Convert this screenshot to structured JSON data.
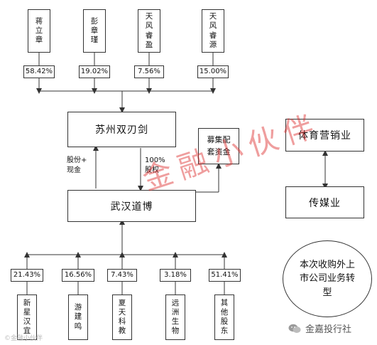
{
  "diagram": {
    "top_holders": [
      {
        "name": "蒋立章",
        "pct": "58.42%"
      },
      {
        "name": "彭章瑾",
        "pct": "19.02%"
      },
      {
        "name": "天风睿盈",
        "pct": "7.56%"
      },
      {
        "name": "天风睿源",
        "pct": "15.00%"
      }
    ],
    "target_company": "苏州双刃剑",
    "acquirer": "武汉道博",
    "raise_funds": "募集配套资金",
    "payment_label": "股份+\n现金",
    "equity_label": "100%\n股权",
    "industry_sports": "体育营销业",
    "industry_media": "传媒业",
    "bottom_holders": [
      {
        "name": "新星汉宜",
        "pct": "21.43%"
      },
      {
        "name": "游建鸣",
        "pct": "16.56%"
      },
      {
        "name": "夏天科教",
        "pct": "7.43%"
      },
      {
        "name": "远洲生物",
        "pct": "3.18%"
      },
      {
        "name": "其他股东",
        "pct": "51.41%"
      }
    ],
    "transformation_note": "本次收购外上市公司业务转型"
  },
  "watermark": "金融小伙伴",
  "brand": "金嘉投行社",
  "credit": "©金融小伙伴",
  "colors": {
    "line": "#333333",
    "watermark": "#dc2828"
  },
  "icons": {
    "brand_icon": "wechat-icon"
  }
}
